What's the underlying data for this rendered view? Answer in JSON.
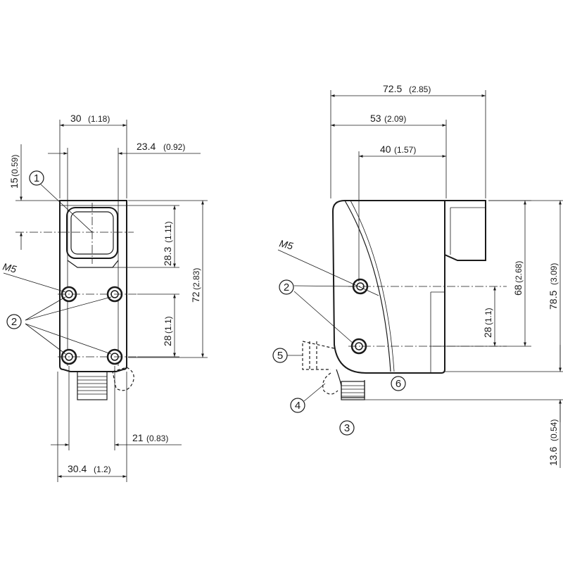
{
  "dimensions": {
    "d1": {
      "main": "30",
      "sub": "(1.18)"
    },
    "d2": {
      "main": "23.4",
      "sub": "(0.92)"
    },
    "d3": {
      "main": "15",
      "sub": "(0.59)"
    },
    "d4": {
      "main": "28.3",
      "sub": "(1.11)"
    },
    "d5": {
      "main": "72",
      "sub": "(2.83)"
    },
    "d6": {
      "main": "28",
      "sub": "(1.1)"
    },
    "d7": {
      "main": "21",
      "sub": "(0.83)"
    },
    "d8": {
      "main": "30.4",
      "sub": "(1.2)"
    },
    "d9": {
      "main": "72.5",
      "sub": "(2.85)"
    },
    "d10": {
      "main": "53",
      "sub": "(2.09)"
    },
    "d11": {
      "main": "40",
      "sub": "(1.57)"
    },
    "d12": {
      "main": "68",
      "sub": "(2.68)"
    },
    "d13": {
      "main": "78.5",
      "sub": "(3.09)"
    },
    "d14": {
      "main": "28",
      "sub": "(1.1)"
    },
    "d15": {
      "main": "13.6",
      "sub": "(0.54)"
    }
  },
  "labels": {
    "m5_left": "M5",
    "m5_right": "M5"
  },
  "callouts": {
    "c1": "1",
    "c2_left": "2",
    "c2_right": "2",
    "c3": "3",
    "c4": "4",
    "c5": "5",
    "c6": "6"
  }
}
